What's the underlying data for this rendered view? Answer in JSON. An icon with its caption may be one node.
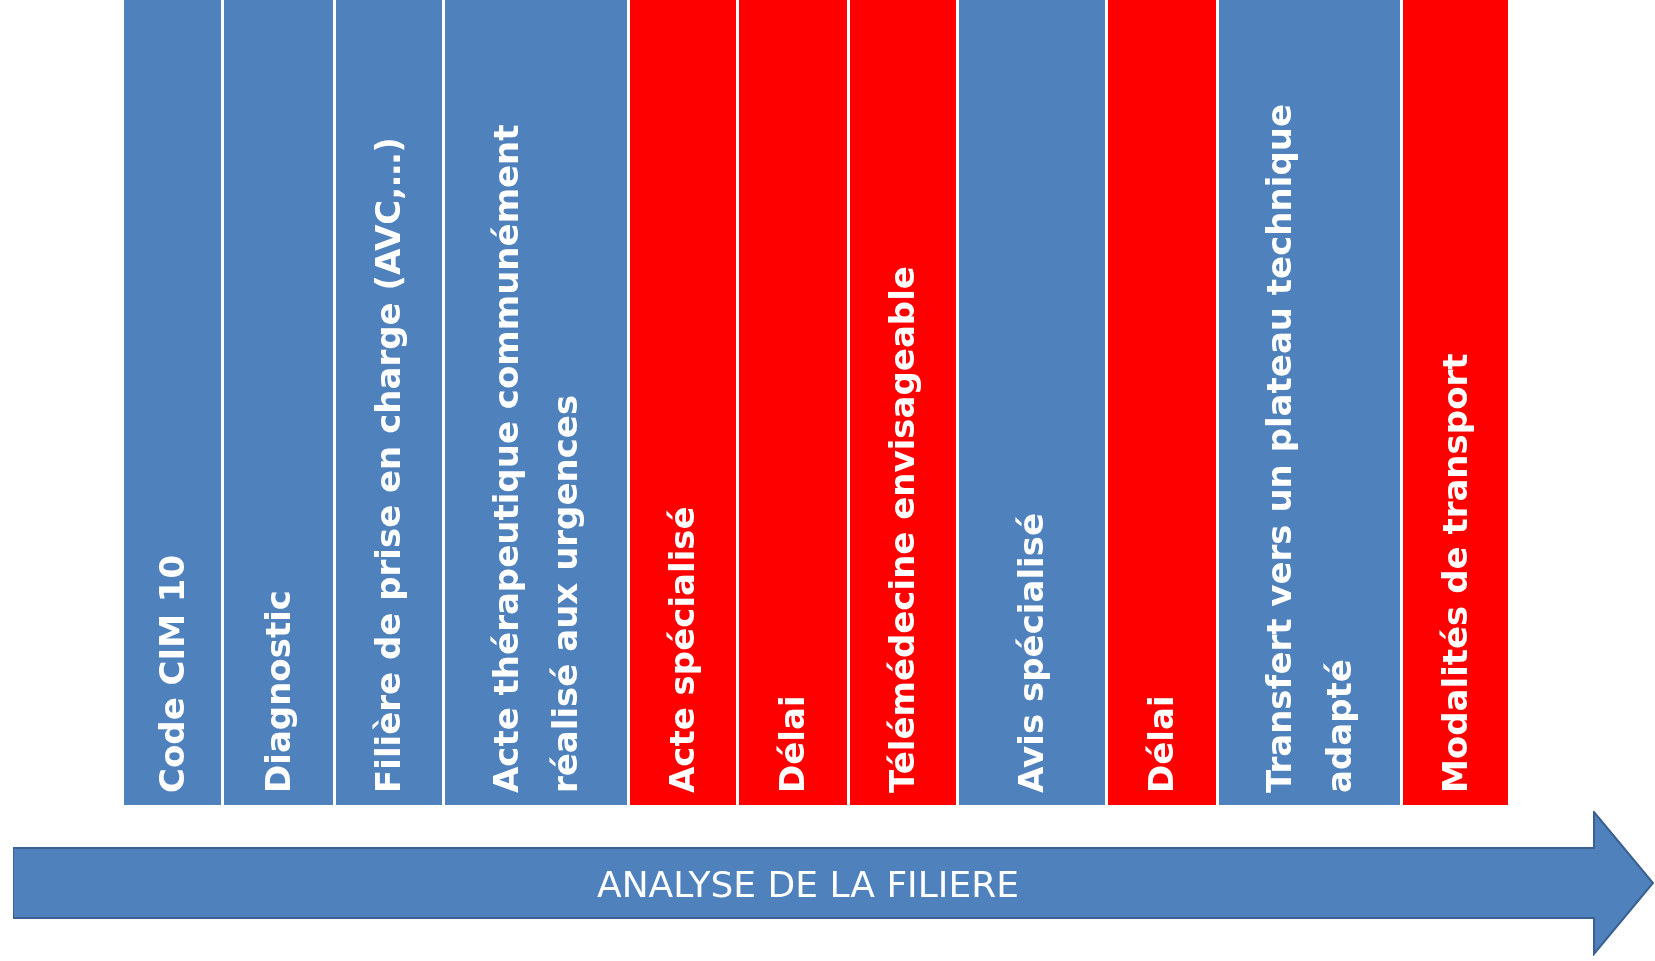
{
  "diagram": {
    "nodes": [
      {
        "text": [
          "Code CIM 10"
        ]
      },
      {
        "text": [
          "Diagnostic"
        ]
      },
      {
        "text": [
          "Filière de prise en charge (AVC,…)"
        ]
      },
      {
        "text": [
          "Acte thérapeutique communément réalisé aux urgences"
        ]
      },
      {
        "text": [
          "Acte spécialisé"
        ]
      },
      {
        "text": [
          "Délai"
        ]
      },
      {
        "text": [
          "Télémédecine envisageable"
        ]
      },
      {
        "text": [
          "Avis spécialisé"
        ]
      },
      {
        "text": [
          "Délai"
        ]
      },
      {
        "text": [
          "Transfert vers un plateau technique adapté"
        ]
      },
      {
        "text": [
          "Modalités de transport"
        ]
      },
      {
        "text": [
          "ANALYSE DE LA FILIERE"
        ]
      }
    ]
  }
}
